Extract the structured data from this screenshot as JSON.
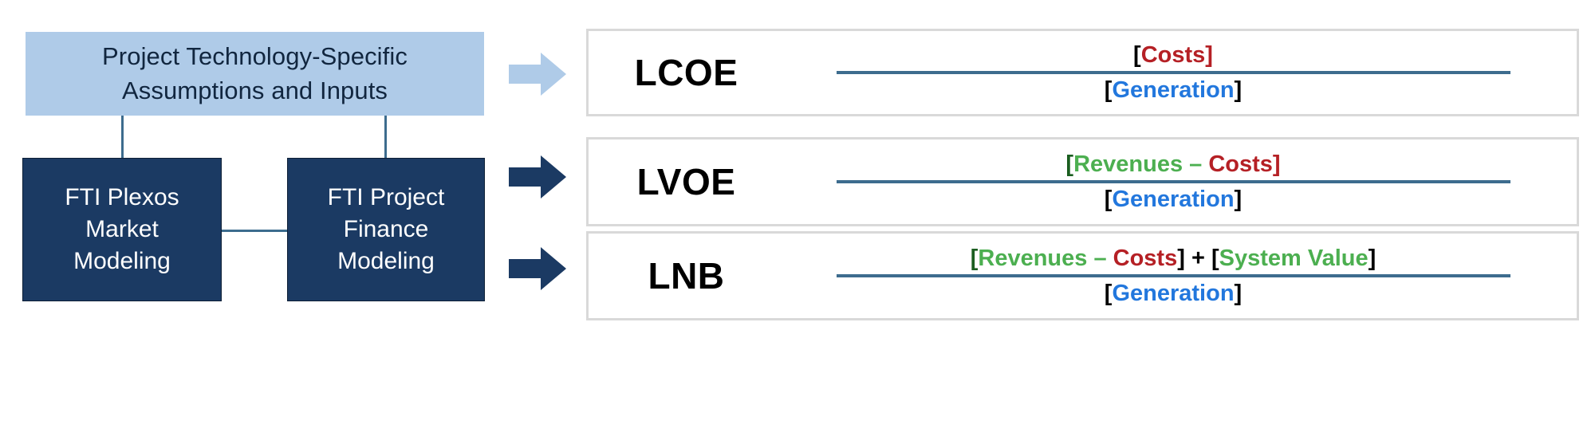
{
  "diagram": {
    "title": "Project valuation metrics flow diagram",
    "colors": {
      "inputs_box_fill": "#AFCBE8",
      "model_box_fill": "#1B3A63",
      "connector": "#3D6C8E",
      "arrow_light": "#AFCBE8",
      "arrow_dark": "#1B3A63",
      "card_border": "#D9D9D9",
      "costs_red": "#B52025",
      "revenues_green": "#4CAF50",
      "system_value_green": "#4CAF50",
      "generation_blue": "#2277DD",
      "bracket_black": "#000000",
      "fraction_bar": "#3D6C8E"
    }
  },
  "flow": {
    "inputs_box": {
      "line1": "Project Technology-Specific",
      "line2": "Assumptions and Inputs"
    },
    "model_boxes": [
      {
        "id": "plexos",
        "line1": "FTI Plexos",
        "line2": "Market",
        "line3": "Modeling"
      },
      {
        "id": "project-finance",
        "line1": "FTI Project",
        "line2": "Finance",
        "line3": "Modeling"
      }
    ],
    "arrows": [
      {
        "id": "arrow-lcoe",
        "style": "light"
      },
      {
        "id": "arrow-lvoe",
        "style": "dark"
      },
      {
        "id": "arrow-lnb",
        "style": "dark"
      }
    ]
  },
  "metrics": [
    {
      "id": "lcoe",
      "label": "LCOE",
      "numerator_plain": "[Costs]",
      "denominator_plain": "[Generation]",
      "numerator_tokens": [
        {
          "text": "[",
          "color": "black"
        },
        {
          "text": "Costs",
          "color": "red"
        },
        {
          "text": "]",
          "color": "red"
        }
      ],
      "denominator_tokens": [
        {
          "text": "[",
          "color": "black"
        },
        {
          "text": "Generation",
          "color": "blue"
        },
        {
          "text": "]",
          "color": "black"
        }
      ]
    },
    {
      "id": "lvoe",
      "label": "LVOE",
      "numerator_plain": "[Revenues – Costs]",
      "denominator_plain": "[Generation]",
      "numerator_tokens": [
        {
          "text": "[",
          "color": "dgreen"
        },
        {
          "text": "Revenues",
          "color": "green"
        },
        {
          "text": " – ",
          "color": "green"
        },
        {
          "text": "Costs",
          "color": "red"
        },
        {
          "text": "]",
          "color": "red"
        }
      ],
      "denominator_tokens": [
        {
          "text": "[",
          "color": "black"
        },
        {
          "text": "Generation",
          "color": "blue"
        },
        {
          "text": "]",
          "color": "black"
        }
      ]
    },
    {
      "id": "lnb",
      "label": "LNB",
      "numerator_plain": "[Revenues – Costs] + [System Value]",
      "denominator_plain": "[Generation]",
      "numerator_tokens": [
        {
          "text": "[",
          "color": "dgreen"
        },
        {
          "text": "Revenues",
          "color": "green"
        },
        {
          "text": " – ",
          "color": "green"
        },
        {
          "text": "Costs",
          "color": "red"
        },
        {
          "text": "]",
          "color": "black"
        },
        {
          "text": " + ",
          "color": "black"
        },
        {
          "text": "[",
          "color": "black"
        },
        {
          "text": "System Value",
          "color": "green"
        },
        {
          "text": "]",
          "color": "black"
        }
      ],
      "denominator_tokens": [
        {
          "text": "[",
          "color": "black"
        },
        {
          "text": "Generation",
          "color": "blue"
        },
        {
          "text": "]",
          "color": "black"
        }
      ]
    }
  ]
}
